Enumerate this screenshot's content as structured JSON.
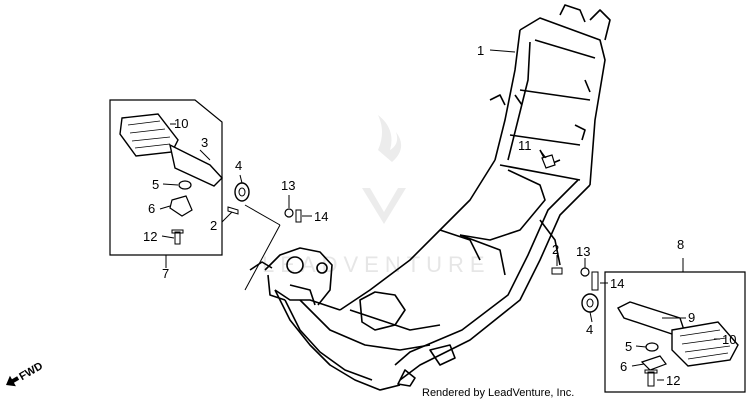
{
  "callouts": [
    {
      "id": "c1",
      "text": "1"
    },
    {
      "id": "c3",
      "text": "3"
    },
    {
      "id": "c10a",
      "text": "10"
    },
    {
      "id": "c4a",
      "text": "4"
    },
    {
      "id": "c5a",
      "text": "5"
    },
    {
      "id": "c6a",
      "text": "6"
    },
    {
      "id": "c2a",
      "text": "2"
    },
    {
      "id": "c12a",
      "text": "12"
    },
    {
      "id": "c7",
      "text": "7"
    },
    {
      "id": "c13a",
      "text": "13"
    },
    {
      "id": "c14a",
      "text": "14"
    },
    {
      "id": "c11",
      "text": "11"
    },
    {
      "id": "c2b",
      "text": "2"
    },
    {
      "id": "c13b",
      "text": "13"
    },
    {
      "id": "c14b",
      "text": "14"
    },
    {
      "id": "c4b",
      "text": "4"
    },
    {
      "id": "c8",
      "text": "8"
    },
    {
      "id": "c9",
      "text": "9"
    },
    {
      "id": "c10b",
      "text": "10"
    },
    {
      "id": "c5b",
      "text": "5"
    },
    {
      "id": "c6b",
      "text": "6"
    },
    {
      "id": "c12b",
      "text": "12"
    }
  ],
  "direction_label": "FWD",
  "credit": "Rendered by LeadVenture, Inc.",
  "watermark": "LEADVENTURE"
}
